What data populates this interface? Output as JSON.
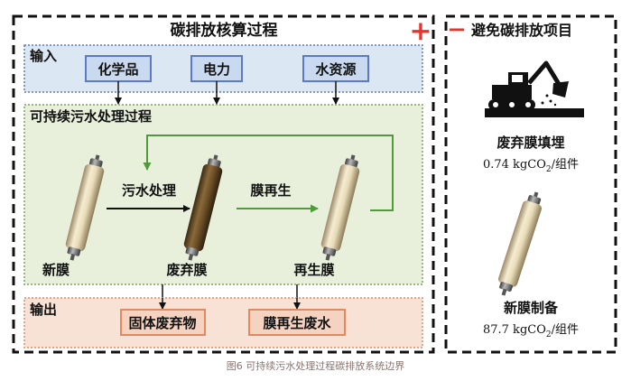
{
  "left_panel": {
    "title": "碳排放核算过程",
    "plus_sign": "+",
    "input": {
      "title": "输入",
      "items": [
        "化学品",
        "电力",
        "水资源"
      ]
    },
    "process": {
      "title": "可持续污水处理过程",
      "step1": "污水处理",
      "step2": "膜再生",
      "labels": [
        "新膜",
        "废弃膜",
        "再生膜"
      ]
    },
    "output": {
      "title": "输出",
      "items": [
        "固体废弃物",
        "膜再生废水"
      ]
    }
  },
  "right_panel": {
    "minus_sign": "−",
    "title": "避免碳排放项目",
    "landfill": {
      "label": "废弃膜填埋",
      "value": "0.74 kgCO",
      "sub": "2",
      "unit": "/组件"
    },
    "new_membrane": {
      "label": "新膜制备",
      "value": "87.7 kgCO",
      "sub": "2",
      "unit": "/组件"
    }
  },
  "caption": "图6 可持续污水处理过程碳排放系统边界",
  "colors": {
    "input_bg": "#dce7f4",
    "input_border": "#5b79c4",
    "process_bg": "#e8f0dc",
    "process_border": "#7aa35a",
    "output_bg": "#f8e2d6",
    "output_border": "#e4885e",
    "accent_red": "#e8342c",
    "arrow_green": "#4f9a3a"
  }
}
